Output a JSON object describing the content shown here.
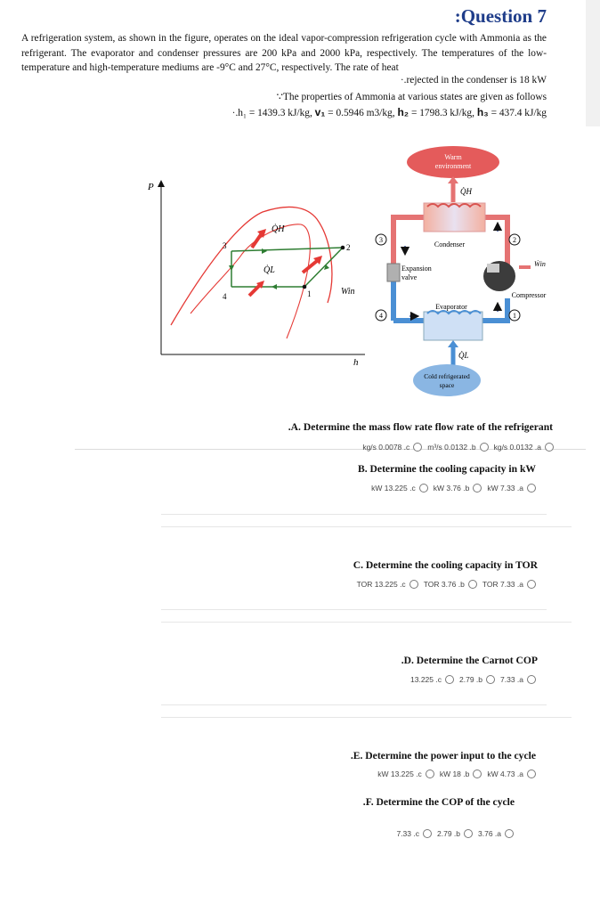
{
  "question": {
    "title": ":Question 7",
    "paragraph": "A refrigeration system, as shown in the figure, operates on the ideal vapor-compression refrigeration cycle with Ammonia as the refrigerant. The evaporator and condenser pressures are 200 kPa and 2000 kPa, respectively. The temperatures of the low-temperature and high-temperature mediums are -9°C and 27°C, respectively. The rate of heat",
    "paragraph_end": "·.rejected in the condenser is 18 kW",
    "properties_intro": "∵The properties of Ammonia at various states are given as follows",
    "props": {
      "h1_label": "·.h₁",
      "h1_value": "= 1439.3 kJ/kg,",
      "v1_label": "v₁",
      "v1_value": "= 0.5946 m3/kg,",
      "h2_label": "h₂",
      "h2_value": "= 1798.3 kJ/kg,",
      "h3_label": "h₃",
      "h3_value": "= 437.4 kJ/kg"
    }
  },
  "figure": {
    "axis_p": "P",
    "axis_h": "h",
    "qh": "Q̇H",
    "ql": "Q̇L",
    "win": "Win",
    "points": [
      "3",
      "2",
      "4",
      "1"
    ],
    "warm": [
      "Warm",
      "environment"
    ],
    "cold": [
      "Cold refrigerated",
      "space"
    ],
    "condenser": "Condenser",
    "evaporator": "Evaporator",
    "expansion": [
      "Expansion",
      "valve"
    ],
    "compressor": "Compressor",
    "qh_sys": "Q̇H",
    "ql_sys": "Q̇L",
    "win_sys": "Ẇin",
    "states": [
      "3",
      "2",
      "4",
      "1"
    ]
  },
  "parts": [
    {
      "id": "A",
      "text": ".A. Determine the mass flow rate flow rate of the refrigerant",
      "options": [
        "kg/s 0.0078 .c",
        "m³/s 0.0132 .b",
        "kg/s 0.0132 .a"
      ]
    },
    {
      "id": "B",
      "text": "B. Determine the cooling capacity in kW",
      "options": [
        "kW 13.225 .c",
        "kW 3.76 .b",
        "kW 7.33 .a"
      ]
    },
    {
      "id": "C",
      "text": "C. Determine the cooling capacity in TOR",
      "options": [
        "TOR 13.225 .c",
        "TOR 3.76 .b",
        "TOR 7.33 .a"
      ]
    },
    {
      "id": "D",
      "text": ".D. Determine the Carnot COP",
      "options": [
        "13.225 .c",
        "2.79 .b",
        "7.33 .a"
      ]
    },
    {
      "id": "E",
      "text": ".E. Determine the power input to the cycle",
      "options": [
        "kW 13.225 .c",
        "kW 18 .b",
        "kW 4.73 .a"
      ]
    },
    {
      "id": "F",
      "text": ".F. Determine the COP of the cycle",
      "options": [
        "7.33 .c",
        "2.79 .b",
        "3.76 .a"
      ]
    }
  ],
  "colors": {
    "title": "#1f3d8a",
    "saturation_dome": "#e53935",
    "cycle": "#2e7d32",
    "arrow": "#e53935",
    "hot_pipe": "#e57373",
    "cold_pipe": "#4a8fd4"
  }
}
